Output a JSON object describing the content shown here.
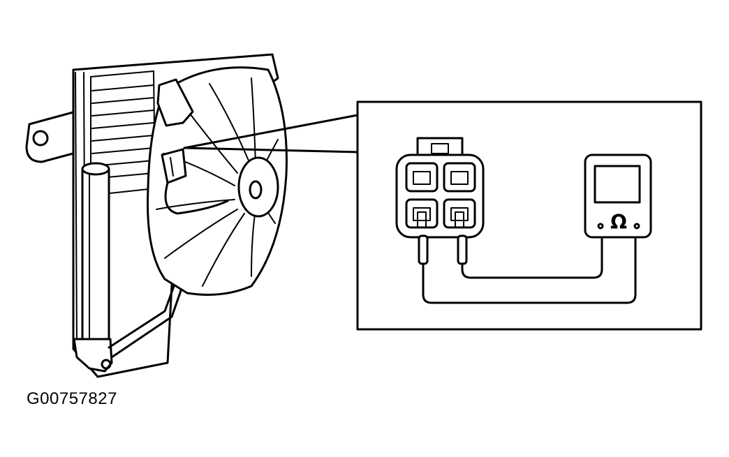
{
  "figure": {
    "id_label": "G00757827",
    "meter_symbol": "Ω",
    "icons": {
      "fan_assembly": "cooling-fan-motor-assembly",
      "connector": "four-pin-connector",
      "meter": "ohmmeter"
    }
  }
}
